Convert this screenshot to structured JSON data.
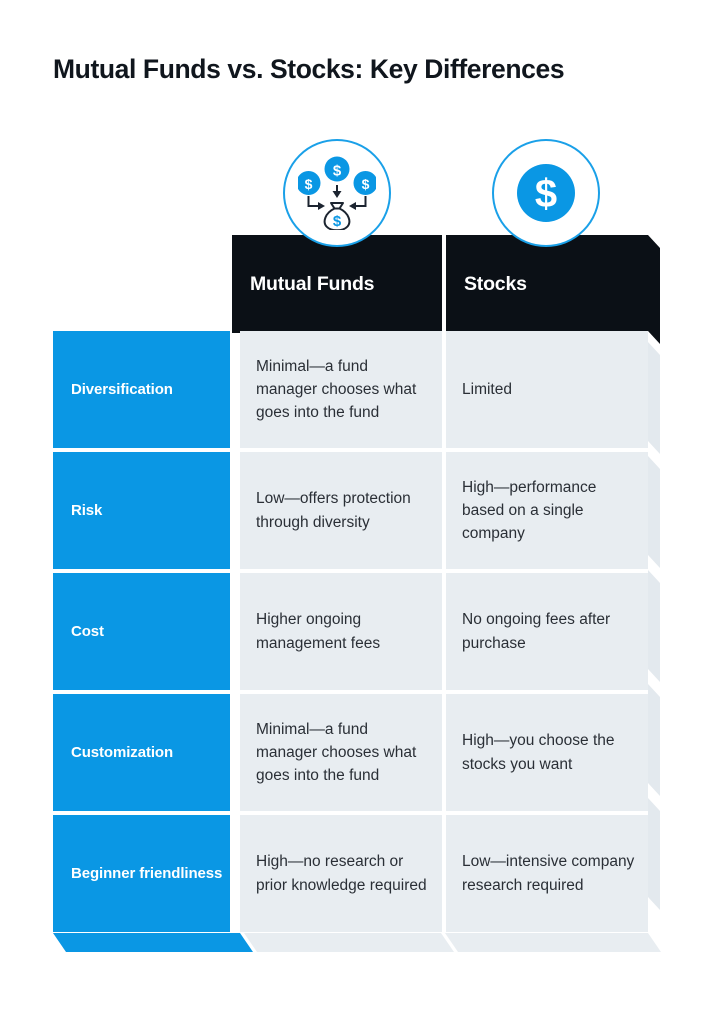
{
  "title": "Mutual Funds vs. Stocks: Key Differences",
  "colors": {
    "accent_blue": "#0a97e4",
    "icon_blue": "#1aa0e8",
    "header_black": "#0b1016",
    "cell_gray": "#e8edf1",
    "body_text": "#2a2f36",
    "page_background": "#ffffff"
  },
  "icons": [
    {
      "name": "mutual-funds-icon",
      "label": "three dollar coins flowing into a money bag"
    },
    {
      "name": "stocks-icon",
      "label": "single dollar coin"
    }
  ],
  "table": {
    "columns": [
      {
        "key": "attribute",
        "header": ""
      },
      {
        "key": "mutual_funds",
        "header": "Mutual Funds"
      },
      {
        "key": "stocks",
        "header": "Stocks"
      }
    ],
    "rows": [
      {
        "attribute": "Diversification",
        "mutual_funds": "Minimal—a fund manager chooses what goes into the fund",
        "stocks": "Limited"
      },
      {
        "attribute": "Risk",
        "mutual_funds": "Low—offers protection through diversity",
        "stocks": "High—performance based on a single company"
      },
      {
        "attribute": "Cost",
        "mutual_funds": "Higher ongoing management fees",
        "stocks": "No ongoing fees after purchase"
      },
      {
        "attribute": "Customization",
        "mutual_funds": "Minimal—a fund manager chooses what goes into the fund",
        "stocks": "High—you choose the stocks you want"
      },
      {
        "attribute": "Beginner friendliness",
        "mutual_funds": "High—no research or prior knowledge required",
        "stocks": "Low—intensive company research required"
      }
    ]
  }
}
